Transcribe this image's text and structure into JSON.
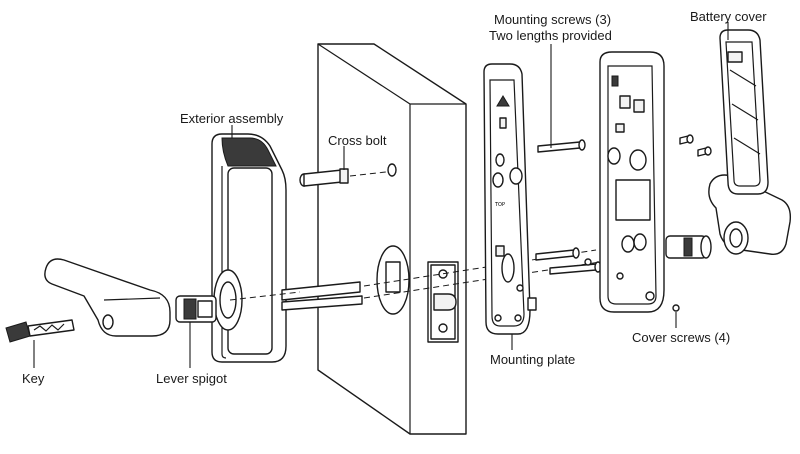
{
  "labels": {
    "exterior_assembly": "Exterior assembly",
    "cross_bolt": "Cross bolt",
    "mounting_screws_line1": "Mounting screws (3)",
    "mounting_screws_line2": "Two lengths provided",
    "battery_cover": "Battery cover",
    "key": "Key",
    "lever_spigot": "Lever spigot",
    "mounting_plate": "Mounting plate",
    "cover_screws": "Cover screws (4)"
  }
}
